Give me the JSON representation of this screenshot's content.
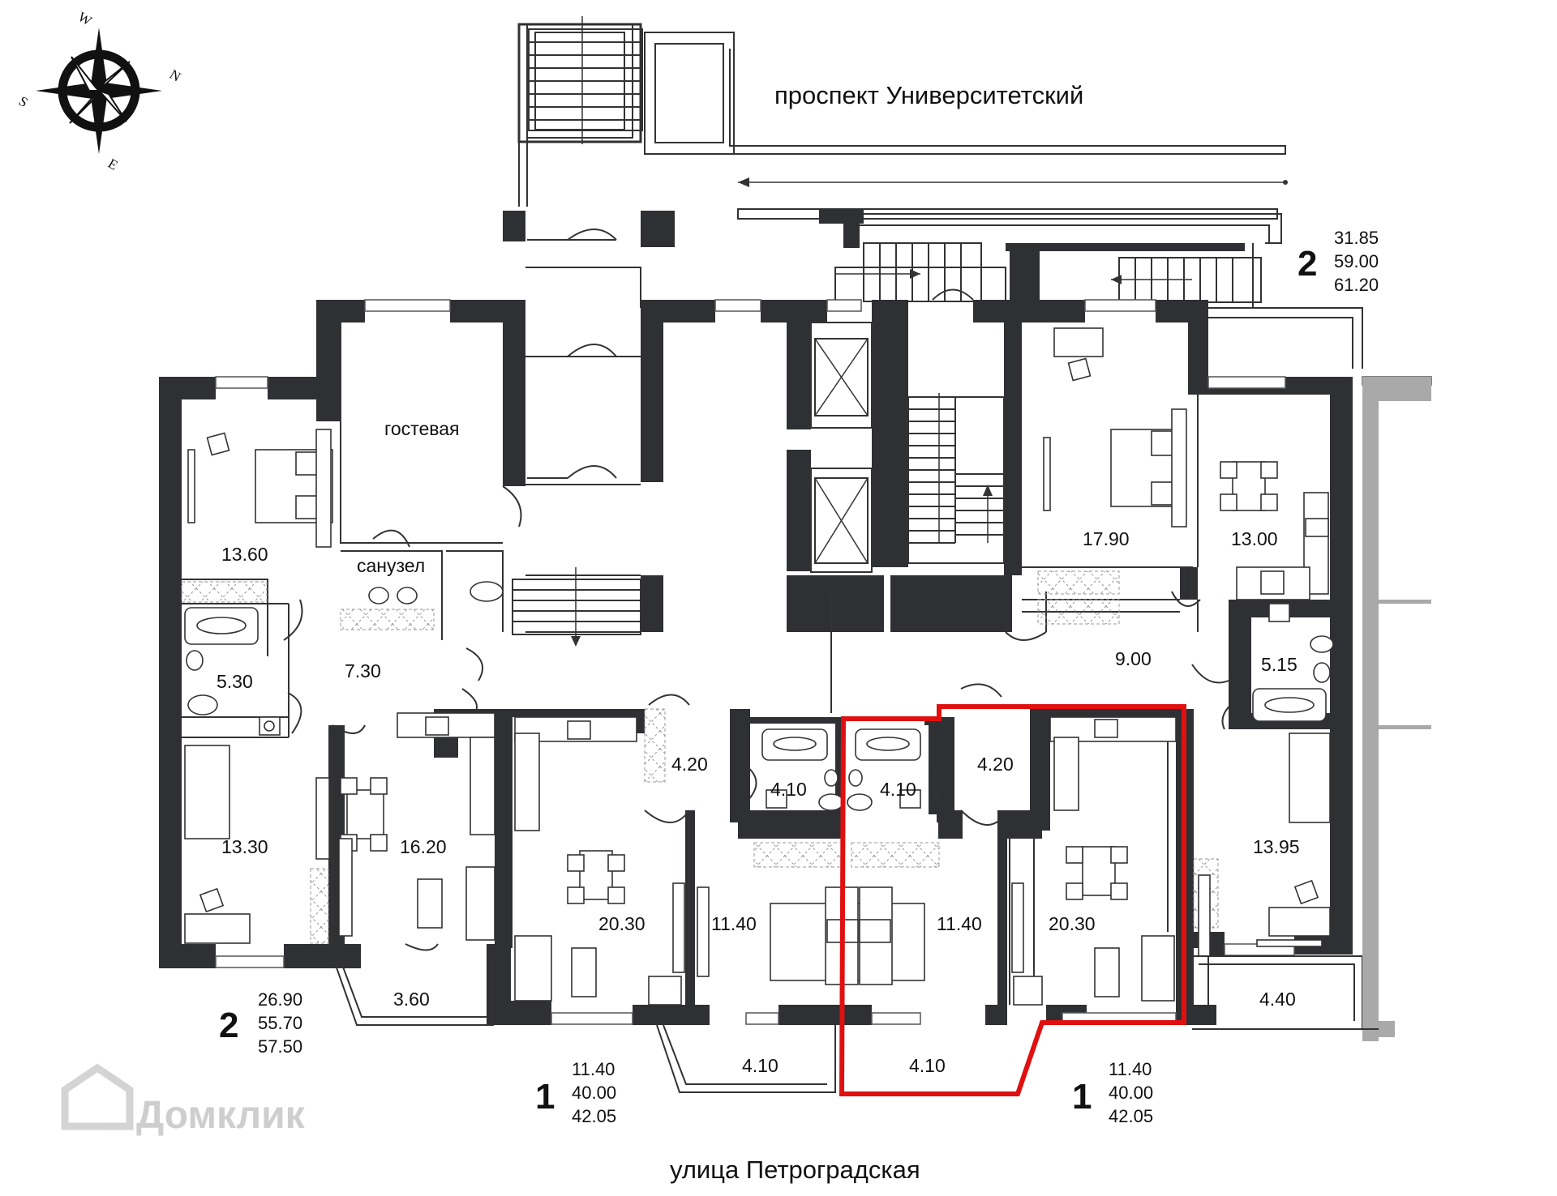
{
  "streets": {
    "north": "проспект Университетский",
    "south": "улица Петроградская"
  },
  "compass": {
    "n": "N",
    "s": "S",
    "e": "E",
    "w": "W"
  },
  "rooms": {
    "guest": "гостевая",
    "wc": "санузел",
    "r1": "13.60",
    "r2": "5.30",
    "r3": "7.30",
    "r4": "13.30",
    "r5": "16.20",
    "r6": "3.60",
    "r7": "20.30",
    "r8": "4.20",
    "r9": "4.10",
    "r10": "11.40",
    "r11": "4.10",
    "r12": "11.40",
    "r13": "4.20",
    "r14": "4.10",
    "r15": "20.30",
    "r16": "4.10",
    "r17": "17.90",
    "r18": "13.00",
    "r19": "9.00",
    "r20": "5.15",
    "r21": "13.95",
    "r22": "4.40"
  },
  "apartments": [
    {
      "rooms": "2",
      "living": "31.85",
      "total": "59.00",
      "total_with_balcony": "61.20"
    },
    {
      "rooms": "2",
      "living": "26.90",
      "total": "55.70",
      "total_with_balcony": "57.50"
    },
    {
      "rooms": "1",
      "living": "11.40",
      "total": "40.00",
      "total_with_balcony": "42.05"
    },
    {
      "rooms": "1",
      "living": "11.40",
      "total": "40.00",
      "total_with_balcony": "42.05"
    }
  ],
  "watermark": "Домклик",
  "highlight_color": "#e01010",
  "wall_color": "#2e3033"
}
